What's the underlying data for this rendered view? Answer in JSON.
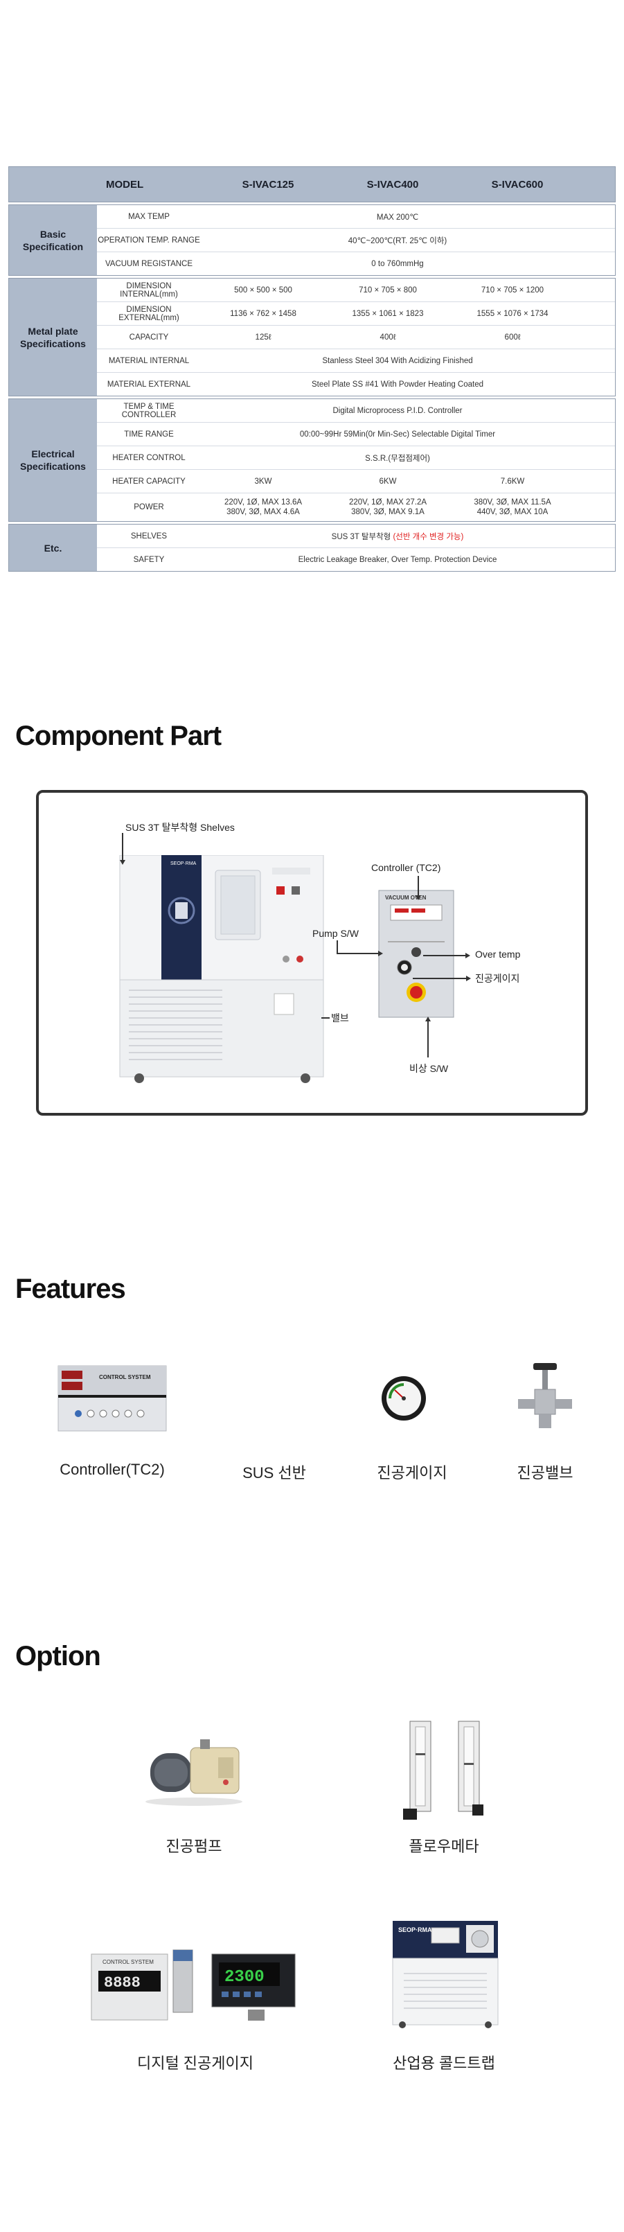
{
  "spec_table": {
    "header": {
      "model": "MODEL",
      "models": [
        "S-IVAC125",
        "S-IVAC400",
        "S-IVAC600"
      ]
    },
    "groups": [
      {
        "label": "Basic\nSpecification",
        "rows": [
          {
            "label": "MAX TEMP",
            "span": "MAX 200℃"
          },
          {
            "label": "OPERATION TEMP. RANGE",
            "span": "40℃~200℃(RT. 25℃ 이하)"
          },
          {
            "label": "VACUUM REGISTANCE",
            "span": "0 to 760mmHg"
          }
        ]
      },
      {
        "label": "Metal plate\nSpecifications",
        "rows": [
          {
            "label": "DIMENSION INTERNAL(mm)",
            "values": [
              "500 × 500 × 500",
              "710 × 705 × 800",
              "710 × 705 × 1200"
            ]
          },
          {
            "label": "DIMENSION EXTERNAL(mm)",
            "values": [
              "1136 × 762 × 1458",
              "1355 × 1061 × 1823",
              "1555 × 1076 × 1734"
            ]
          },
          {
            "label": "CAPACITY",
            "values": [
              "125ℓ",
              "400ℓ",
              "600ℓ"
            ]
          },
          {
            "label": "MATERIAL INTERNAL",
            "span": "Stanless Steel 304 With Acidizing Finished"
          },
          {
            "label": "MATERIAL EXTERNAL",
            "span": "Steel Plate SS #41 With Powder Heating Coated"
          }
        ]
      },
      {
        "label": "Electrical\nSpecifications",
        "rows": [
          {
            "label": "TEMP & TIME CONTROLLER",
            "span": "Digital Microprocess P.I.D. Controller"
          },
          {
            "label": "TIME RANGE",
            "span": "00:00~99Hr 59Min(0r Min-Sec) Selectable Digital Timer"
          },
          {
            "label": "HEATER CONTROL",
            "span": "S.S.R.(무접점제어)"
          },
          {
            "label": "HEATER CAPACITY",
            "values": [
              "3KW",
              "6KW",
              "7.6KW"
            ]
          },
          {
            "label": "POWER",
            "values": [
              "220V, 1Ø, MAX 13.6A\n380V, 3Ø, MAX  4.6A",
              "220V, 1Ø, MAX 27.2A\n380V, 3Ø, MAX  9.1A",
              "380V, 3Ø, MAX 11.5A\n440V, 3Ø, MAX  10A"
            ]
          }
        ]
      },
      {
        "label": "Etc.",
        "rows": [
          {
            "label": "SHELVES",
            "span": "SUS 3T 탈부착형",
            "span_note": "(선반 개수 변경 가능)"
          },
          {
            "label": "SAFETY",
            "span": "Electric Leakage Breaker, Over Temp. Protection Device"
          }
        ]
      }
    ]
  },
  "component": {
    "title": "Component Part",
    "shelves": "SUS 3T 탈부착형 Shelves",
    "valve": "밸브",
    "controller": "Controller (TC2)",
    "pump": "Pump S/W",
    "over_temp": "Over temp",
    "gauge": "진공게이지",
    "emergency": "비상 S/W",
    "brand": "SEOP·RMA",
    "panel_title": "VACUUM OVEN"
  },
  "features": {
    "title": "Features",
    "items": [
      "Controller(TC2)",
      "SUS 선반",
      "진공게이지",
      "진공밸브"
    ],
    "controller_screen": "CONTROL SYSTEM"
  },
  "option": {
    "title": "Option",
    "items": [
      "진공펌프",
      "플로우메타",
      "디지털 진공게이지",
      "산업용 콜드트랩"
    ],
    "gauge_readout_1": "8888",
    "gauge_readout_2": "2300",
    "gauge_panel_label": "CONTROL SYSTEM",
    "trap_brand": "SEOP·RMA"
  },
  "colors": {
    "table_header": "#aebacb",
    "accent_red": "#e02020",
    "door_navy": "#1d2a4d"
  }
}
